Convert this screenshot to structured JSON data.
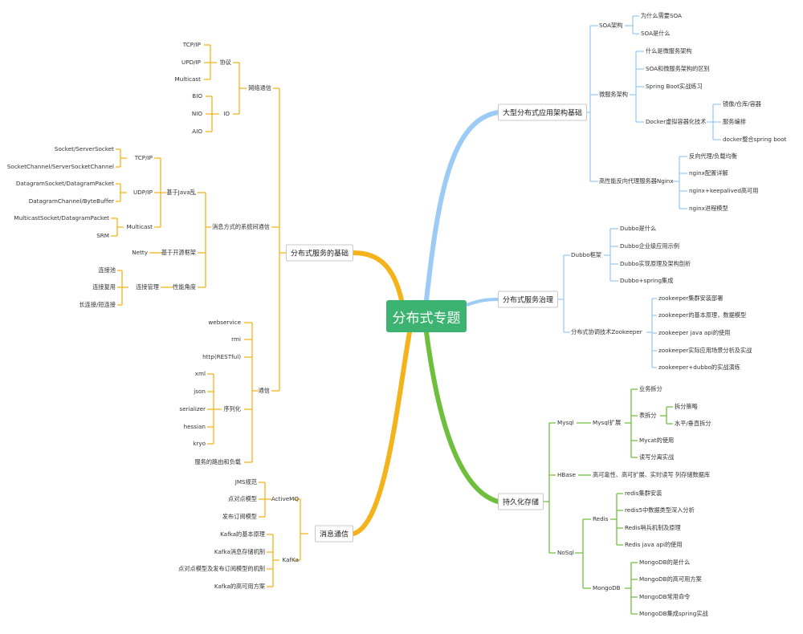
{
  "root": "分布式专题",
  "colors": {
    "root": "#3cb371",
    "blue": "#9ccbf5",
    "orange": "#f5b31b",
    "green": "#6fbf3f"
  },
  "branches": {
    "b1": "大型分布式应用架构基础",
    "b1_soa": "SOA架构",
    "b1_soa_1": "为什么需要SOA",
    "b1_soa_2": "SOA是什么",
    "b1_ms": "微服务架构",
    "b1_ms_1": "什么是微服务架构",
    "b1_ms_2": "SOA和微服务架构的区别",
    "b1_ms_3": "Spring Boot实战练习",
    "b1_ms_4": "Docker虚拟容器化技术",
    "b1_dk_1": "镜像/仓库/容器",
    "b1_dk_2": "服务编排",
    "b1_dk_3": "docker整合spring boot",
    "b1_ng": "高性能反向代理服务器Nginx",
    "b1_ng_1": "反向代理/负载均衡",
    "b1_ng_2": "nginx配置详解",
    "b1_ng_3": "nginx+keepalived高可用",
    "b1_ng_4": "nginx进程模型",
    "b2": "分布式服务治理",
    "b2_db": "Dubbo框架",
    "b2_db_1": "Dubbo是什么",
    "b2_db_2": "Dubbo企业级应用示例",
    "b2_db_3": "Dubbo实现原理及架构剖析",
    "b2_db_4": "Dubbo+spring集成",
    "b2_zk": "分布式协调技术Zookeeper",
    "b2_zk_1": "zookeeper集群安装部署",
    "b2_zk_2": "zookeeper的基本原理，数据模型",
    "b2_zk_3": "zookeeper java api的使用",
    "b2_zk_4": "zookeeper实际应用场景分析及实战",
    "b2_zk_5": "zookeeper+dubbo的实战演练",
    "b3": "持久化存储",
    "b3_my": "Mysql",
    "b3_myx": "Mysql扩展",
    "b3_myx_1": "业务拆分",
    "b3_myx_2": "表拆分",
    "b3_tb_1": "拆分策略",
    "b3_tb_2": "水平/垂直拆分",
    "b3_myx_3": "Mycat的使用",
    "b3_myx_4": "读写分离实战",
    "b3_hb": "HBase",
    "b3_hb_1": "高可靠性、高可扩展、实时读写 列存储数据库",
    "b3_ns": "NoSql",
    "b3_rd": "Redis",
    "b3_rd_1": "redis集群安装",
    "b3_rd_2": "redis5中数据类型深入分析",
    "b3_rd_3": "Redis哨兵机制及原理",
    "b3_rd_4": "Redis java api的使用",
    "b3_mg": "MongoDB",
    "b3_mg_1": "MongoDB的是什么",
    "b3_mg_2": "MongoDB的高可用方案",
    "b3_mg_3": "MongoDB常用命令",
    "b3_mg_4": "MongoDB集成spring实战",
    "b4": "分布式服务的基础",
    "b4_net": "网络通信",
    "b4_proto": "协议",
    "b4_p1": "TCP/IP",
    "b4_p2": "UPD/IP",
    "b4_p3": "Multicast",
    "b4_io": "IO",
    "b4_io1": "BIO",
    "b4_io2": "NIO",
    "b4_io3": "AIO",
    "b4_msg": "消息方式的系统间通信",
    "b4_java": "基于Java乱",
    "b4_tcp": "TCP/IP",
    "b4_tcp1": "Socket/ServerSocket",
    "b4_tcp2": "SocketChannel/ServerSocketChannel",
    "b4_udp": "UDP/IP",
    "b4_udp1": "DatagramSocket/DatagramPacket",
    "b4_udp2": "DatagramChannel/ByteBuffer",
    "b4_mc": "Multicast",
    "b4_mc1": "MulticastSocket/DatagramPacket",
    "b4_mc2": "SRM",
    "b4_open": "基于开源框架",
    "b4_netty": "Netty",
    "b4_perf": "性能角度",
    "b4_conn": "连接管理",
    "b4_c1": "连接池",
    "b4_c2": "连接复用",
    "b4_c3": "长连接/短连接",
    "b4_comm": "通信",
    "b4_cm1": "webservice",
    "b4_cm2": "rmi",
    "b4_cm3": "http(RESTful)",
    "b4_ser": "序列化",
    "b4_s1": "xml",
    "b4_s2": "json",
    "b4_s3": "serializer",
    "b4_s4": "hessian",
    "b4_s5": "kryo",
    "b4_cm4": "服务的路由和负载",
    "b5": "消息通信",
    "b5_amq": "ActiveMQ",
    "b5_a1": "JMS规范",
    "b5_a2": "点对点模型",
    "b5_a3": "发布订阅模型",
    "b5_kf": "KafKa",
    "b5_k1": "Kafka的基本原理",
    "b5_k2": "Kafka消息存储机制",
    "b5_k3": "点对点模型及发布订阅模型的机制",
    "b5_k4": "Kafka的高可用方案"
  }
}
